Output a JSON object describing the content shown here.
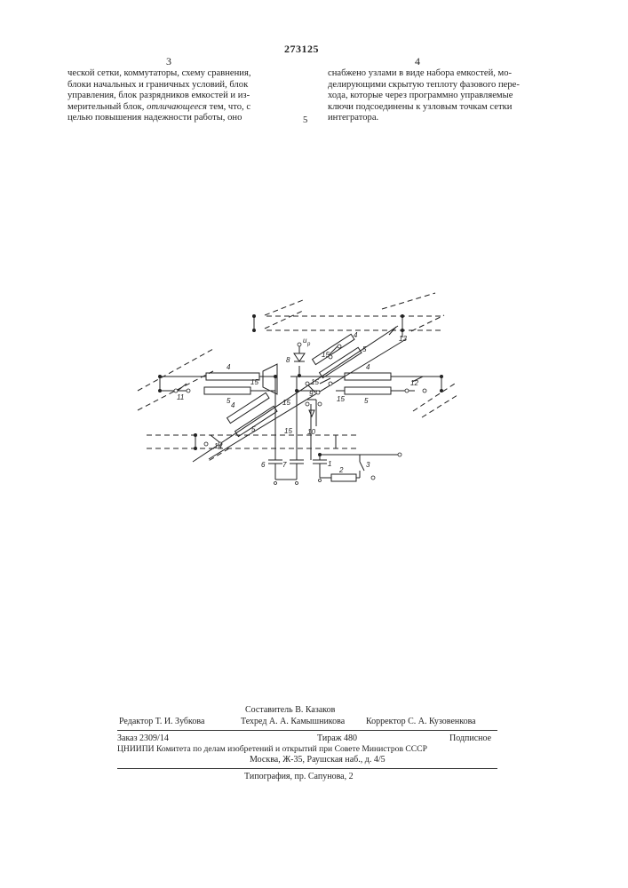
{
  "header": {
    "patent_number": "273125",
    "left_column_number": "3",
    "right_column_number": "4",
    "line_number_marker": "5"
  },
  "left_column": {
    "lines": [
      "ческой сетки, коммутаторы, схему сравнения,",
      "блоки начальных и граничных условий, блок",
      "управления, блок разрядников емкостей и из-",
      "мерительный блок,",
      "отличающееся",
      "тем, что, с",
      "целью повышения надежности работы, оно"
    ]
  },
  "right_column": {
    "lines": [
      "снабжено узлами в виде набора емкостей, мо-",
      "делирующими скрытую теплоту фазового пере-",
      "хода, которые через программно управляемые",
      "ключи подсоединены к узловым точкам сетки",
      "интегратора."
    ]
  },
  "diagram": {
    "labels": {
      "u": "u",
      "p": "р",
      "n1": "1",
      "n2": "2",
      "n3": "3",
      "n4": "4",
      "n5": "5",
      "n6": "6",
      "n7": "7",
      "n8": "8",
      "n9": "9",
      "n10": "10",
      "n11": "11",
      "n12": "12",
      "n13": "13",
      "n14": "14",
      "n15": "15"
    }
  },
  "imprint": {
    "compiler": "Составитель В. Казаков",
    "editor": "Редактор Т. И. Зубкова",
    "tech_editor": "Техред А. А. Камышникова",
    "corrector": "Корректор С. А. Кузовенкова",
    "order": "Заказ 2309/14",
    "print_run": "Тираж 480",
    "subscription": "Подписное",
    "org": "ЦНИИПИ Комитета по делам изобретений и открытий при Совете Министров СССР",
    "address": "Москва, Ж-35, Раушская наб., д. 4/5",
    "printing_house": "Типография, пр. Сапунова, 2"
  }
}
